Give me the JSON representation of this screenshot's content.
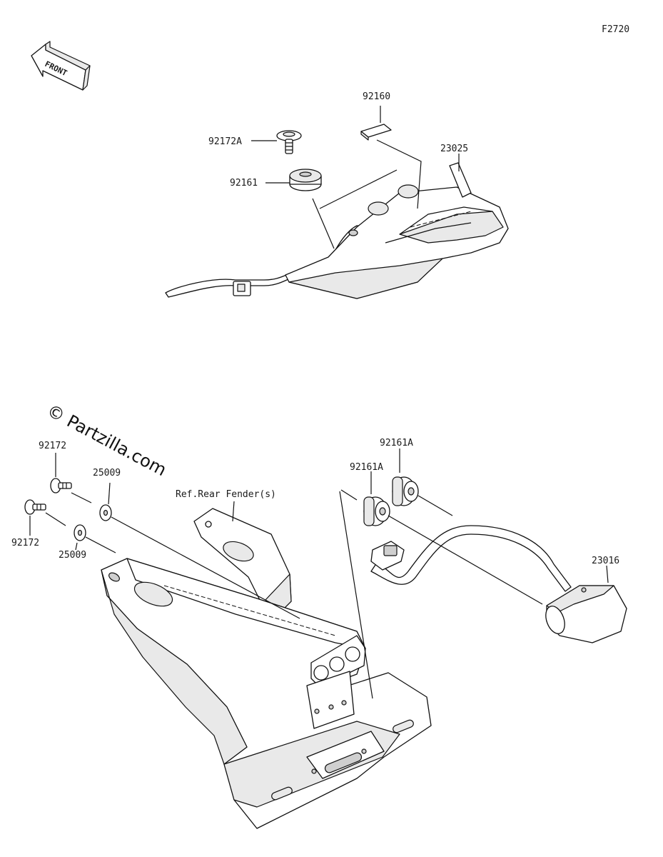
{
  "diagram": {
    "figure_code": "F2720",
    "direction_label": "FRONT",
    "watermark": "© Partzilla.com",
    "reference_label": "Ref.Rear Fender(s)",
    "parts": {
      "p92160": "92160",
      "p23025": "23025",
      "p92172A": "92172A",
      "p92161": "92161",
      "p92172_top": "92172",
      "p92172_bottom": "92172",
      "p25009_top": "25009",
      "p25009_bottom": "25009",
      "p92161A_top": "92161A",
      "p92161A_left": "92161A",
      "p23016": "23016"
    }
  }
}
